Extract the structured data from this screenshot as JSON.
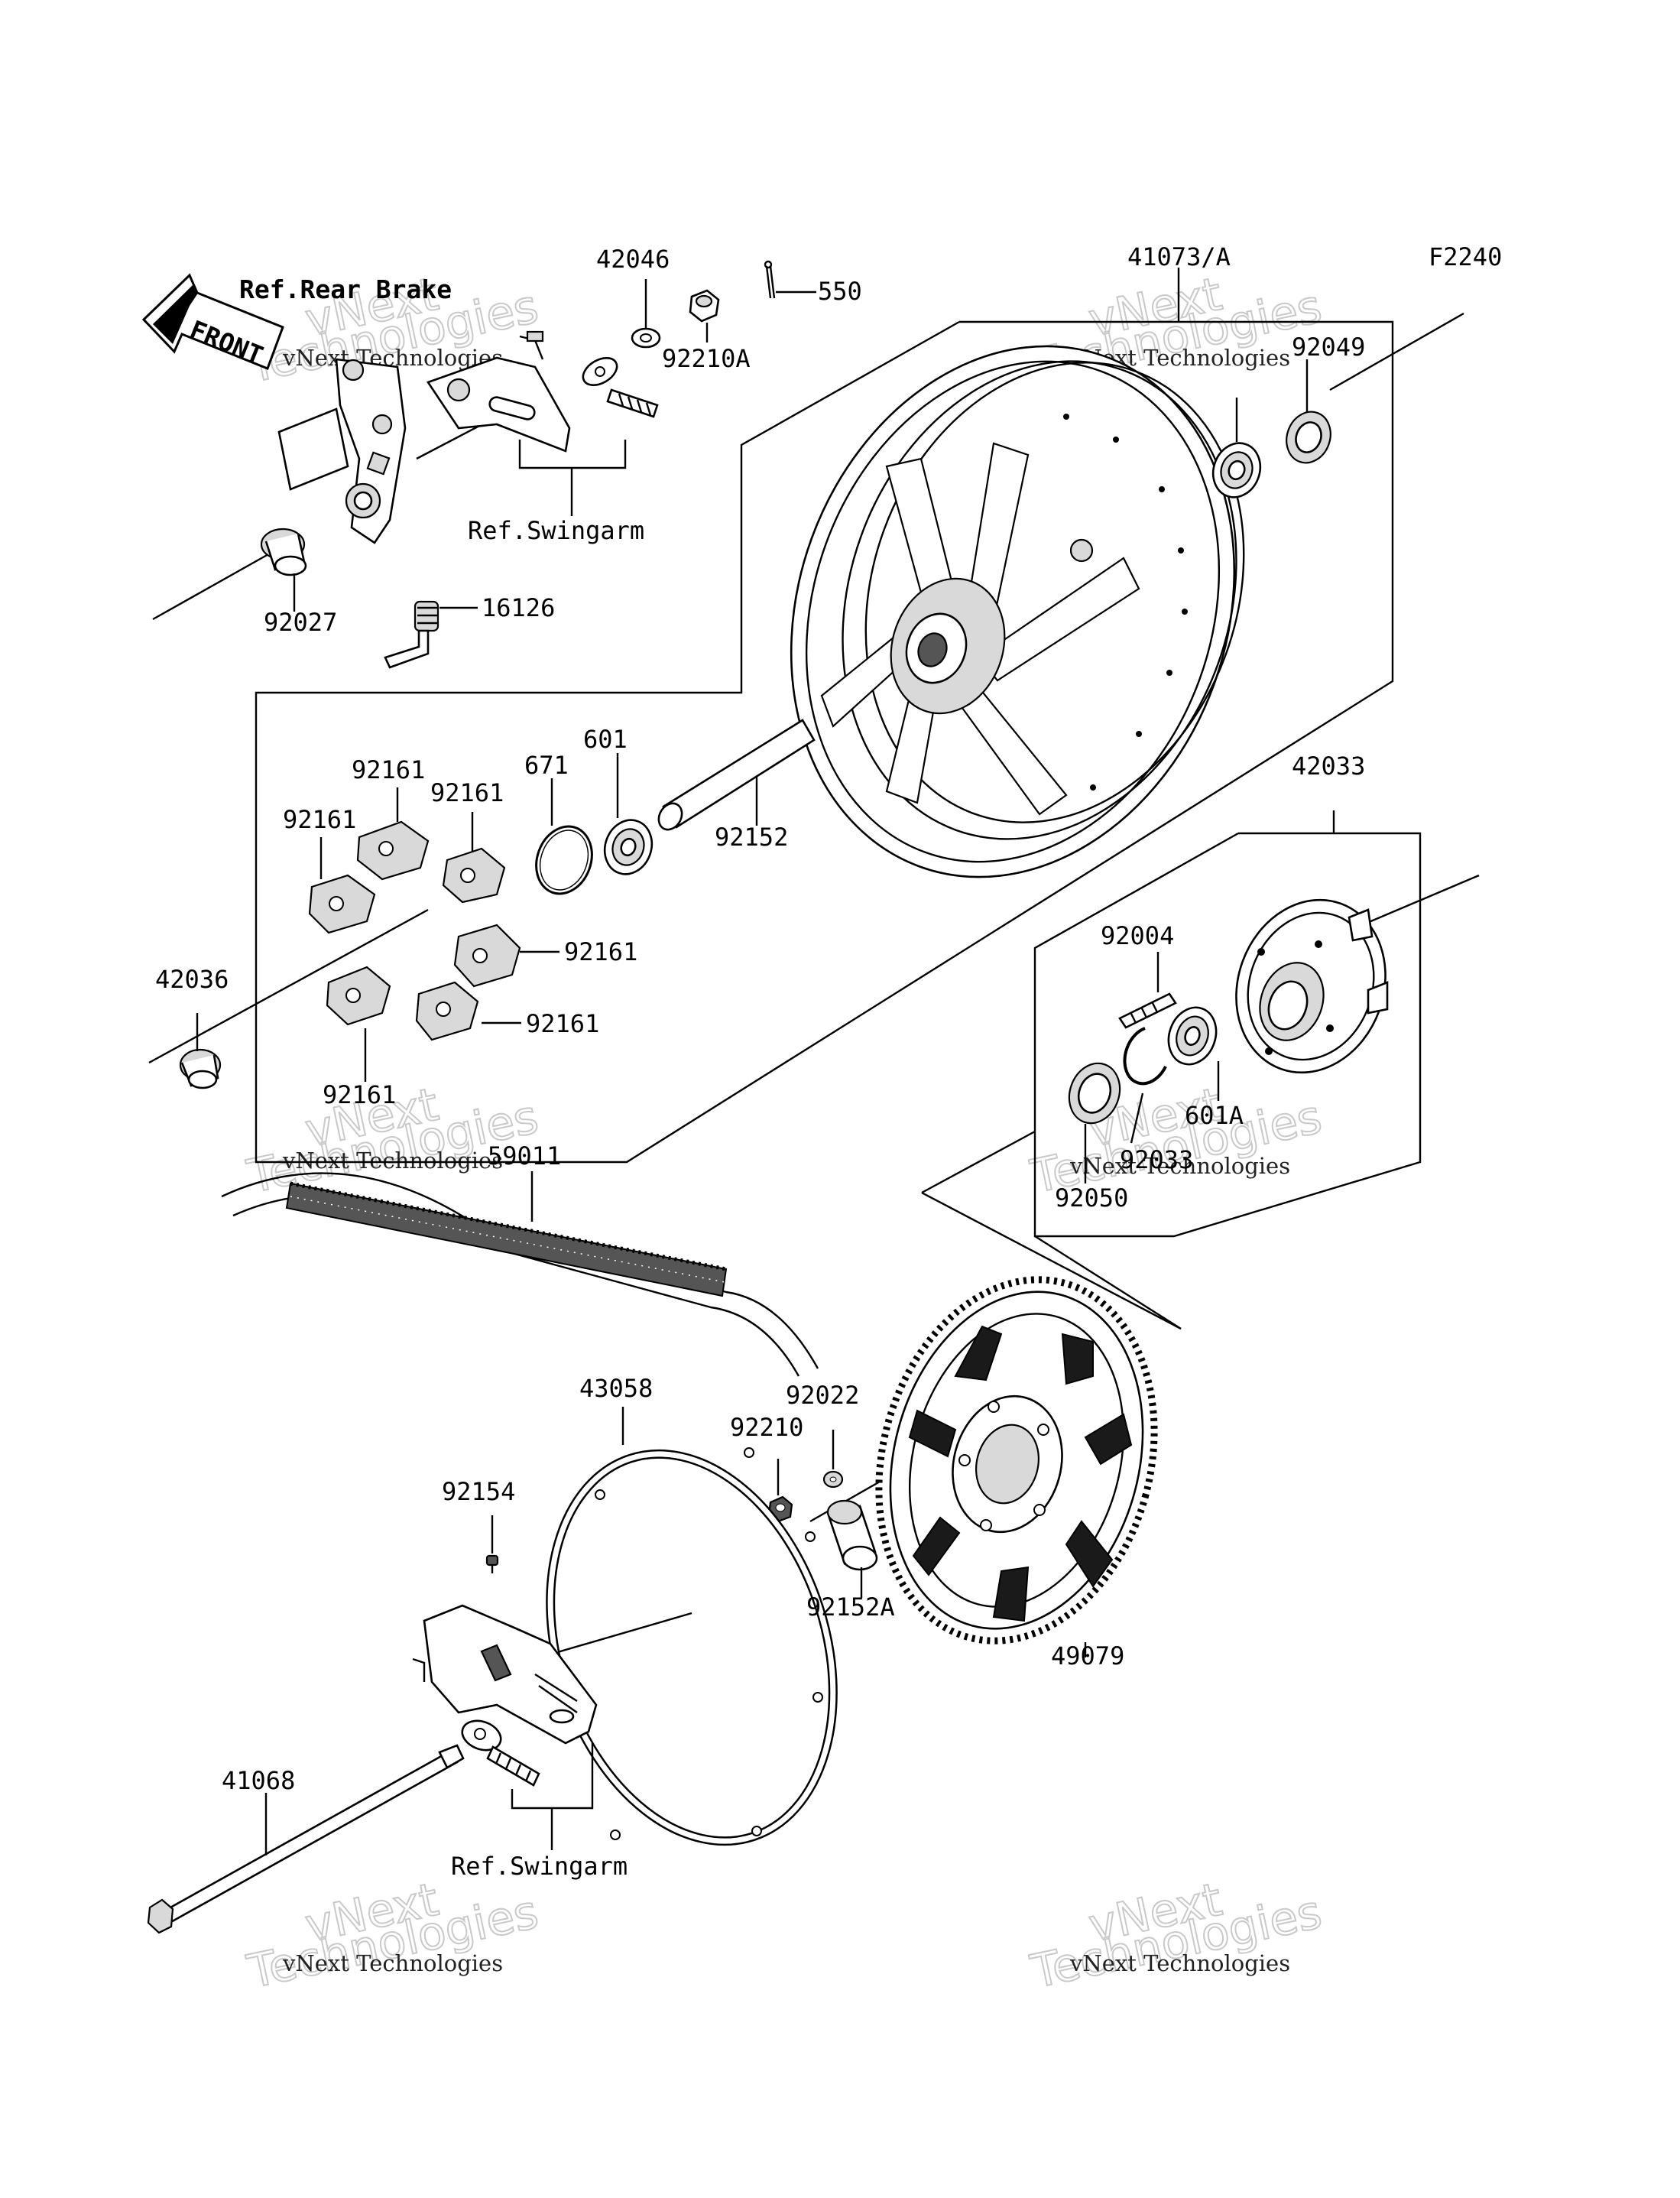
{
  "figure_code": "F2240",
  "front_label": "FRONT",
  "refs": {
    "rear_brake": "Ref.Rear Brake",
    "swingarm_top": "Ref.Swingarm",
    "swingarm_bottom": "Ref.Swingarm"
  },
  "parts": {
    "p42046": "42046",
    "p550": "550",
    "p41073A": "41073/A",
    "p92210A": "92210A",
    "p92049": "92049",
    "p92027": "92027",
    "p16126": "16126",
    "p92161_a": "92161",
    "p92161_b": "92161",
    "p92161_c": "92161",
    "p92161_d": "92161",
    "p92161_e": "92161",
    "p92161_f": "92161",
    "p671": "671",
    "p601": "601",
    "p92152": "92152",
    "p42033": "42033",
    "p42036": "42036",
    "p92004": "92004",
    "p601A": "601A",
    "p92033": "92033",
    "p92050": "92050",
    "p59011": "59011",
    "p43058": "43058",
    "p92022": "92022",
    "p92210": "92210",
    "p92154": "92154",
    "p92152A": "92152A",
    "p49079": "49079",
    "p41068": "41068"
  },
  "watermarks": [
    {
      "brand": "vNext",
      "text": "vNext Technologies",
      "sub": "Technologies"
    },
    {
      "brand": "vNext",
      "text": "vNext Technologies",
      "sub": "Technologies"
    },
    {
      "brand": "vNext",
      "text": "vNext Technologies",
      "sub": "Technologies"
    },
    {
      "brand": "vNext",
      "text": "vNext Technologies",
      "sub": "Technologies"
    },
    {
      "brand": "vNext",
      "text": "vNext Technologies",
      "sub": "Technologies"
    }
  ]
}
